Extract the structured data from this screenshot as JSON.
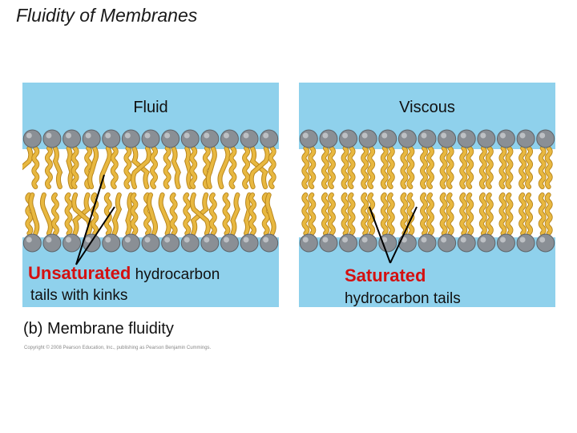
{
  "title": "Fluidity of Membranes",
  "left_panel": {
    "label": "Fluid",
    "caption_highlight": "Unsaturated",
    "caption_rest_line1": " hydrocarbon",
    "caption_line2": "tails with kinks"
  },
  "right_panel": {
    "label": "Viscous",
    "caption_highlight": "Saturated",
    "caption_line2": "hydrocarbon tails"
  },
  "figure_label": "(b) Membrane fluidity",
  "copyright": "Copyright © 2008 Pearson Education, Inc., publishing as Pearson Benjamin Cummings.",
  "colors": {
    "water": "#8fd1ec",
    "membrane_core": "#ffffff",
    "head": "#8a8f95",
    "tail": "#e8b840",
    "tail_outline": "#b9861c",
    "highlight_text": "#d41010"
  },
  "counts": {
    "heads_per_row": 13
  }
}
